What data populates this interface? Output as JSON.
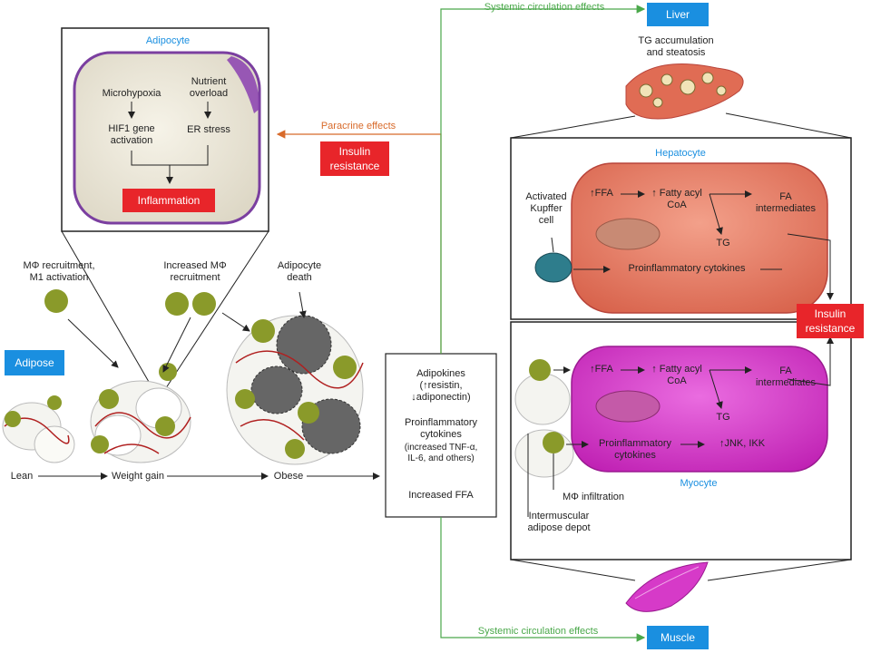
{
  "adipocyte": {
    "title": "Adipocyte",
    "microhypoxia": "Microhypoxia",
    "nutrient_overload": "Nutrient\noverload",
    "hif1": "HIF1 gene\nactivation",
    "er_stress": "ER stress",
    "inflammation": "Inflammation"
  },
  "adipose": {
    "label": "Adipose",
    "mphi_recruitment": "MΦ recruitment,\nM1 activation",
    "increased_mphi": "Increased MΦ\nrecruitment",
    "adipocyte_death": "Adipocyte\ndeath",
    "stages": [
      "Lean",
      "Weight gain",
      "Obese"
    ]
  },
  "paracrine": {
    "label": "Paracrine effects",
    "insulin_resistance": "Insulin\nresistance"
  },
  "center_box": {
    "adipokines": "Adipokines\n(↑resistin,\n↓adiponectin)",
    "cytokines": "Proinflammatory\ncytokines",
    "cytokines_detail": "(increased TNF-α,\nIL-6, and others)",
    "ffa": "Increased FFA"
  },
  "systemic": {
    "top": "Systemic circulation effects",
    "bottom": "Systemic circulation effects"
  },
  "liver": {
    "label": "Liver",
    "tg": "TG accumulation\nand steatosis",
    "hepatocyte": "Hepatocyte",
    "kupffer": "Activated\nKupffer\ncell",
    "ffa": "↑FFA",
    "fatty_acyl": "↑ Fatty acyl\nCoA",
    "fa_intermediates": "FA\nintermediates",
    "tg_small": "TG",
    "proinflammatory": "Proinflammatory cytokines"
  },
  "insulin_right": "Insulin\nresistance",
  "muscle": {
    "label": "Muscle",
    "myocyte": "Myocyte",
    "ffa": "↑FFA",
    "fatty_acyl": "↑ Fatty acyl\nCoA",
    "fa_intermediates": "FA\nintermediates",
    "tg_small": "TG",
    "proinflammatory": "Proinflammatory\ncytokines",
    "jnk": "↑JNK, IKK",
    "mphi_infiltration": "MΦ infiltration",
    "intermuscular": "Intermuscular\nadipose depot"
  },
  "colors": {
    "blue": "#1a8fe0",
    "red": "#e8252a",
    "green": "#4aa84a",
    "orange": "#d86a2a",
    "hepatocyte": "#e8806a",
    "myocyte": "#d63ac8"
  }
}
